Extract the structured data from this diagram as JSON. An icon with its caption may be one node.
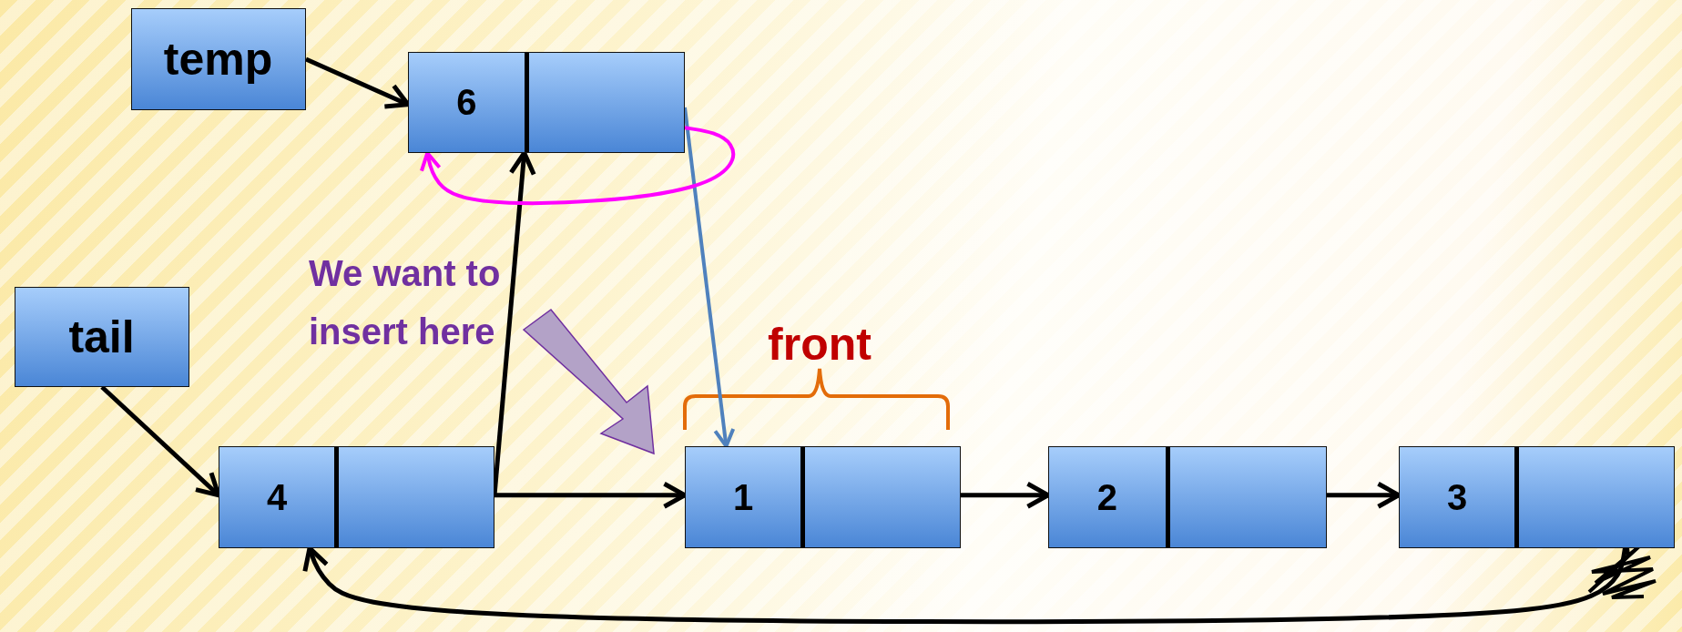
{
  "diagram": {
    "nodes": [
      {
        "text": [
          "temp"
        ]
      },
      {
        "text": [
          "6"
        ]
      },
      {
        "text": [
          "tail"
        ]
      },
      {
        "text": [
          "4"
        ]
      },
      {
        "text": [
          "1"
        ]
      },
      {
        "text": [
          "2"
        ]
      },
      {
        "text": [
          "3"
        ]
      }
    ],
    "edges": [
      {
        "from": 0,
        "to": 1,
        "arrow": "to"
      },
      {
        "from": 2,
        "to": 3,
        "arrow": "to"
      },
      {
        "from": 3,
        "to": 4,
        "arrow": "to"
      },
      {
        "from": 3,
        "to": 1,
        "arrow": "to"
      },
      {
        "from": 4,
        "to": 5,
        "arrow": "to"
      },
      {
        "from": 5,
        "to": 6,
        "arrow": "to"
      },
      {
        "from": 6,
        "to": 3,
        "arrow": "to"
      },
      {
        "from": 1,
        "to": 4,
        "arrow": "to",
        "color": "#4f81bd"
      },
      {
        "from": 1,
        "to": 1,
        "arrow": "to",
        "color": "#ff00ff"
      }
    ],
    "labels": [
      "We want to insert here",
      "front"
    ]
  }
}
